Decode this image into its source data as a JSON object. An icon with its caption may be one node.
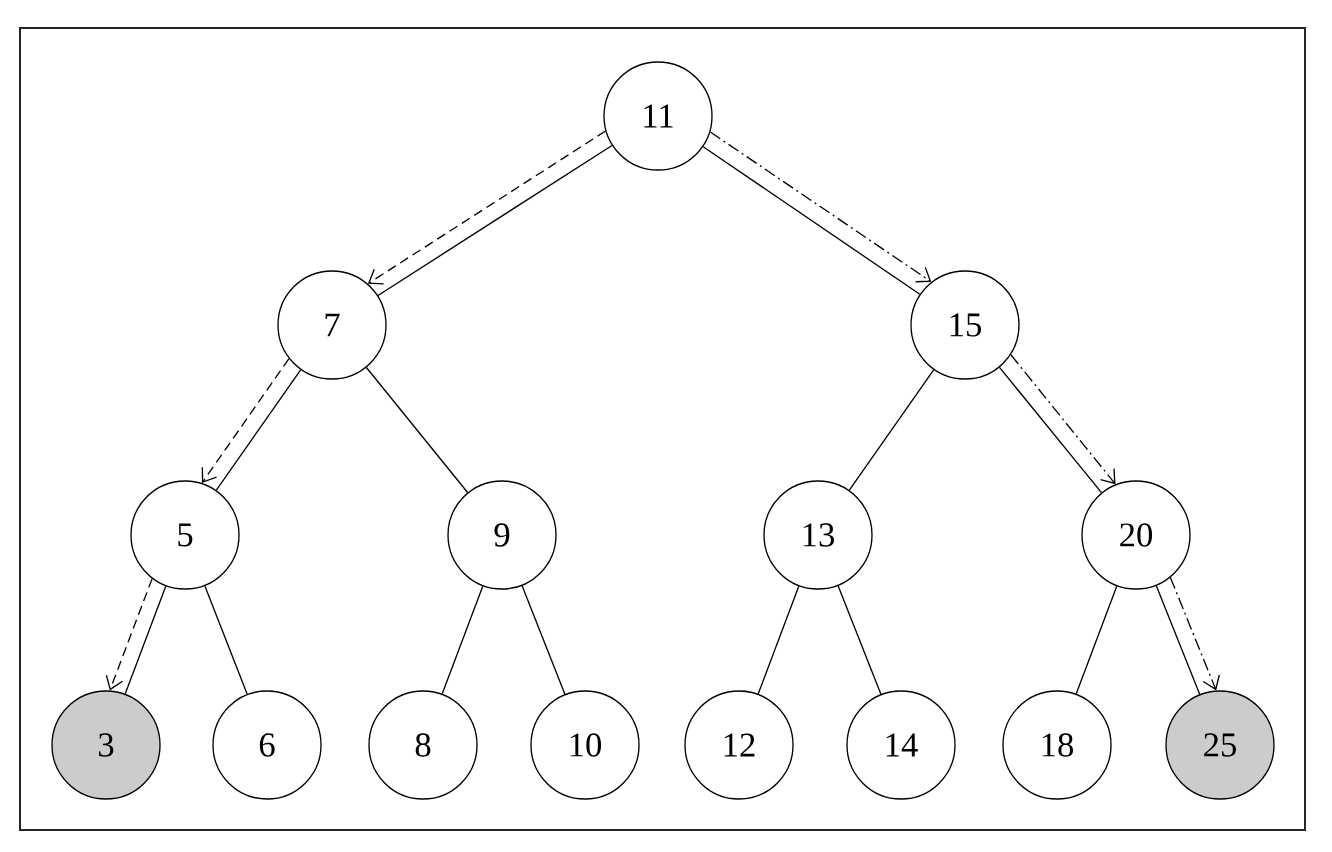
{
  "diagram": {
    "nodes": [
      {
        "text": [
          "11"
        ]
      },
      {
        "text": [
          "7"
        ]
      },
      {
        "text": [
          "15"
        ]
      },
      {
        "text": [
          "5"
        ]
      },
      {
        "text": [
          "9"
        ]
      },
      {
        "text": [
          "13"
        ]
      },
      {
        "text": [
          "20"
        ]
      },
      {
        "text": [
          "3"
        ]
      },
      {
        "text": [
          "6"
        ]
      },
      {
        "text": [
          "8"
        ]
      },
      {
        "text": [
          "10"
        ]
      },
      {
        "text": [
          "12"
        ]
      },
      {
        "text": [
          "14"
        ]
      },
      {
        "text": [
          "18"
        ]
      },
      {
        "text": [
          "25"
        ]
      }
    ],
    "edges": [
      {
        "from": 0,
        "to": 1,
        "arrow": "none"
      },
      {
        "from": 0,
        "to": 2,
        "arrow": "none"
      },
      {
        "from": 1,
        "to": 3,
        "arrow": "none"
      },
      {
        "from": 1,
        "to": 4,
        "arrow": "none"
      },
      {
        "from": 2,
        "to": 5,
        "arrow": "none"
      },
      {
        "from": 2,
        "to": 6,
        "arrow": "none"
      },
      {
        "from": 3,
        "to": 7,
        "arrow": "none"
      },
      {
        "from": 3,
        "to": 8,
        "arrow": "none"
      },
      {
        "from": 4,
        "to": 9,
        "arrow": "none"
      },
      {
        "from": 4,
        "to": 10,
        "arrow": "none"
      },
      {
        "from": 5,
        "to": 11,
        "arrow": "none"
      },
      {
        "from": 5,
        "to": 12,
        "arrow": "none"
      },
      {
        "from": 6,
        "to": 13,
        "arrow": "none"
      },
      {
        "from": 6,
        "to": 14,
        "arrow": "none"
      },
      {
        "from": 0,
        "to": 1,
        "arrow": "to",
        "style": "dashed"
      },
      {
        "from": 1,
        "to": 3,
        "arrow": "to",
        "style": "dashed"
      },
      {
        "from": 3,
        "to": 7,
        "arrow": "to",
        "style": "dashed"
      },
      {
        "from": 0,
        "to": 2,
        "arrow": "to",
        "style": "dashed"
      },
      {
        "from": 2,
        "to": 6,
        "arrow": "to",
        "style": "dashed"
      },
      {
        "from": 6,
        "to": 14,
        "arrow": "to",
        "style": "dashed"
      }
    ]
  }
}
